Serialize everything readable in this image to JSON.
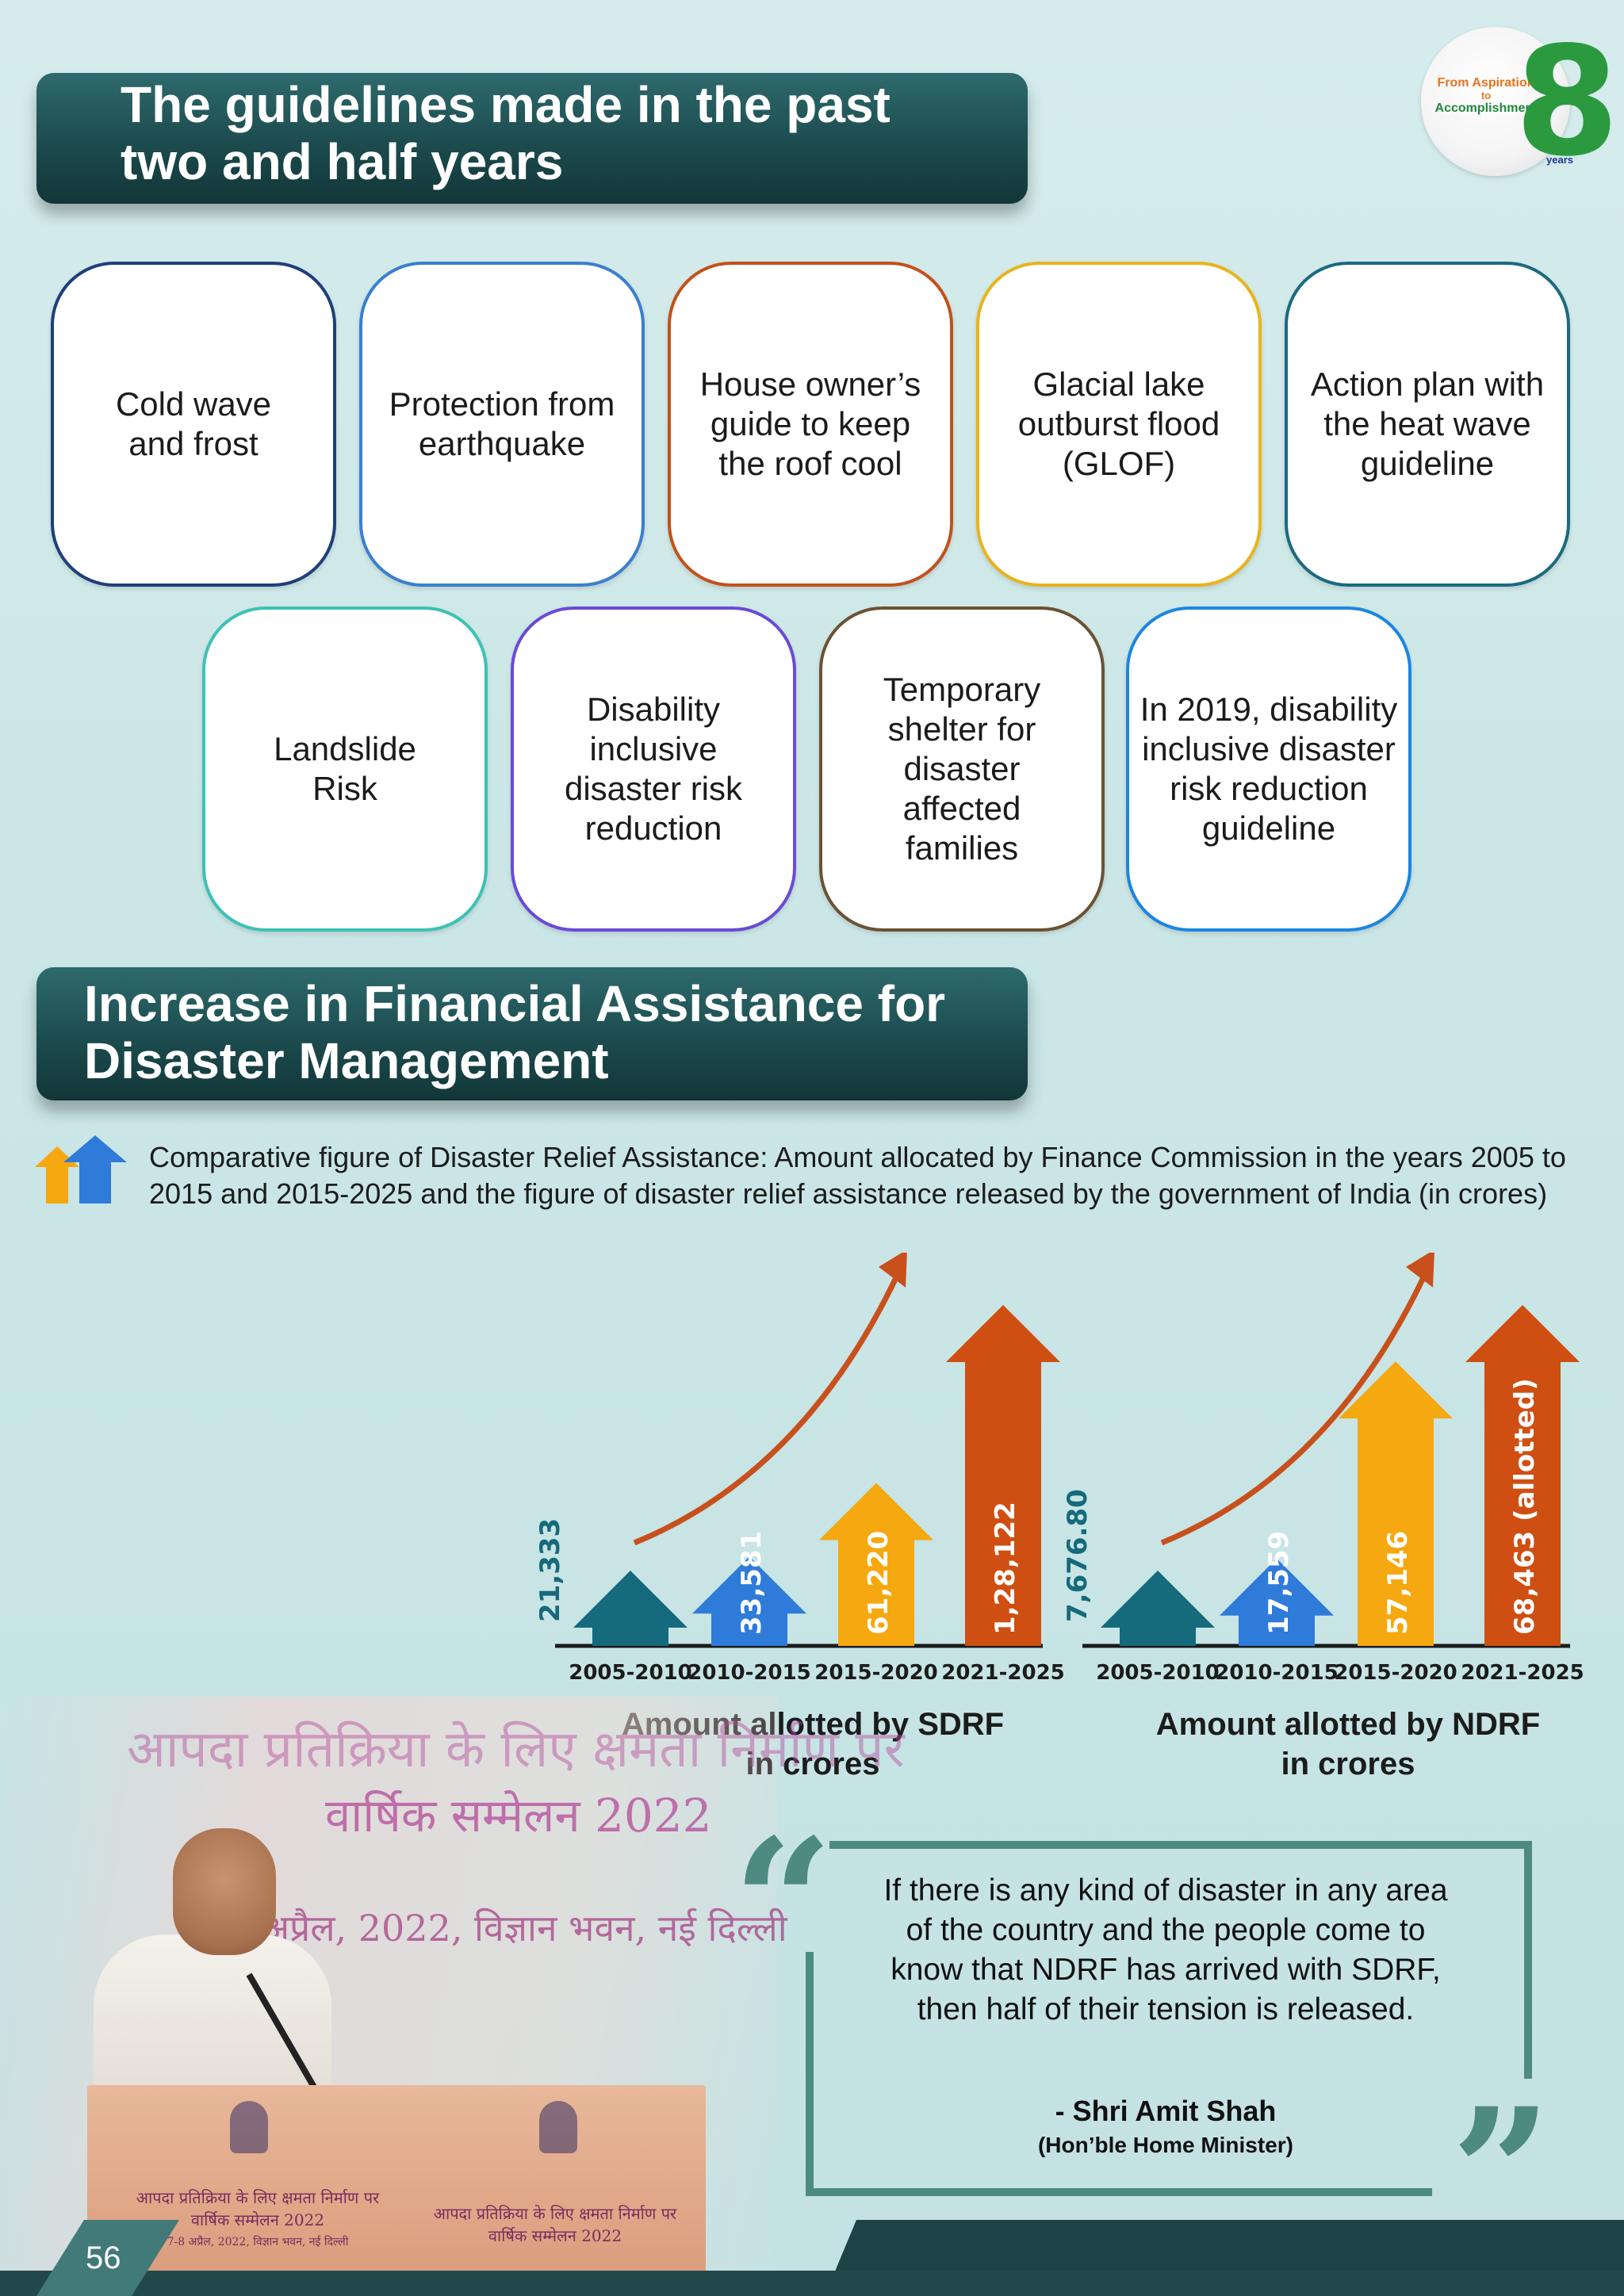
{
  "section1": {
    "title_line1": "The guidelines made in the past",
    "title_line2": "two and half years"
  },
  "logo": {
    "line1": "From Aspiration",
    "line2": "to",
    "line3": "Accomplishment",
    "number": "8",
    "years": "years"
  },
  "guidelines": [
    {
      "label": "Cold wave and frost",
      "color": "#1e3f7a"
    },
    {
      "label": "Protection from earthquake",
      "color": "#3a7fcf"
    },
    {
      "label": "House owner’s guide to keep the roof cool",
      "color": "#c4501a"
    },
    {
      "label": "Glacial lake outburst flood (GLOF)",
      "color": "#e8b41c"
    },
    {
      "label": "Action plan with the heat wave guideline",
      "color": "#1b6a80"
    },
    {
      "label": "Landslide Risk",
      "color": "#3cc2b4"
    },
    {
      "label": "Disability inclusive disaster risk reduction",
      "color": "#6a4ad6"
    },
    {
      "label": "Temporary shelter for disaster affected families",
      "color": "#6b5233"
    },
    {
      "label": "In 2019, disability inclusive disaster risk reduction guideline",
      "color": "#1c86e0"
    }
  ],
  "section2": {
    "title_line1": "Increase in Financial Assistance for",
    "title_line2": "Disaster Management",
    "intro": "Comparative figure of Disaster Relief Assistance:  Amount allocated by Finance Commission in the years 2005 to 2015 and 2015-2025 and the figure of disaster relief assistance released by the government of India (in crores)"
  },
  "chart_data": [
    {
      "type": "bar",
      "title": "Amount allotted by SDRF in crores",
      "categories": [
        "2005-2010",
        "2010-2015",
        "2015-2020",
        "2021-2025"
      ],
      "values": [
        21333,
        33581,
        61220,
        128122
      ],
      "value_labels": [
        "21,333",
        "33,581",
        "61,220",
        "1,28,122"
      ],
      "colors": [
        "#156a7c",
        "#2f7bd9",
        "#f5a80f",
        "#cf4f12"
      ],
      "trend_arrow_color": "#c8501c"
    },
    {
      "type": "bar",
      "title": "Amount allotted by NDRF in crores",
      "categories": [
        "2005-2010",
        "2010-2015",
        "2015-2020",
        "2021-2025"
      ],
      "values": [
        7676.8,
        17559,
        57146,
        68463
      ],
      "value_labels": [
        "7,676.80",
        "17,559",
        "57,146",
        "68,463 (allotted)"
      ],
      "colors": [
        "#156a7c",
        "#2f7bd9",
        "#f5a80f",
        "#cf4f12"
      ],
      "trend_arrow_color": "#c8501c"
    }
  ],
  "captions": {
    "sdrf_line1": "Amount allotted by SDRF",
    "sdrf_line2": "in crores",
    "ndrf_line1": "Amount allotted by NDRF",
    "ndrf_line2": "in crores"
  },
  "photo_text": {
    "banner_top": "आपदा प्रतिक्रिया के लिए क्षमता निर्माण पर",
    "banner_mid": "वार्षिक सम्मेलन 2022",
    "banner_date": "अप्रैल, 2022, विज्ञान भवन, नई दिल्ली",
    "podium_left_1": "आपदा प्रतिक्रिया के लिए क्षमता निर्माण पर",
    "podium_left_2": "वार्षिक सम्मेलन 2022",
    "podium_left_3": "7-8 अप्रैल, 2022, विज्ञान भवन, नई दिल्ली",
    "podium_right_1": "आपदा प्रतिक्रिया के लिए क्षमता निर्माण पर",
    "podium_right_2": "वार्षिक सम्मेलन 2022"
  },
  "quote": {
    "text": "If there is any kind of disaster in any area of the country and the people come to know that NDRF has arrived with SDRF, then half of their tension is released.",
    "author": "- Shri Amit Shah",
    "role": "(Hon’ble Home Minister)",
    "open_mark": "“",
    "close_mark": "”"
  },
  "page": {
    "number": "56"
  }
}
